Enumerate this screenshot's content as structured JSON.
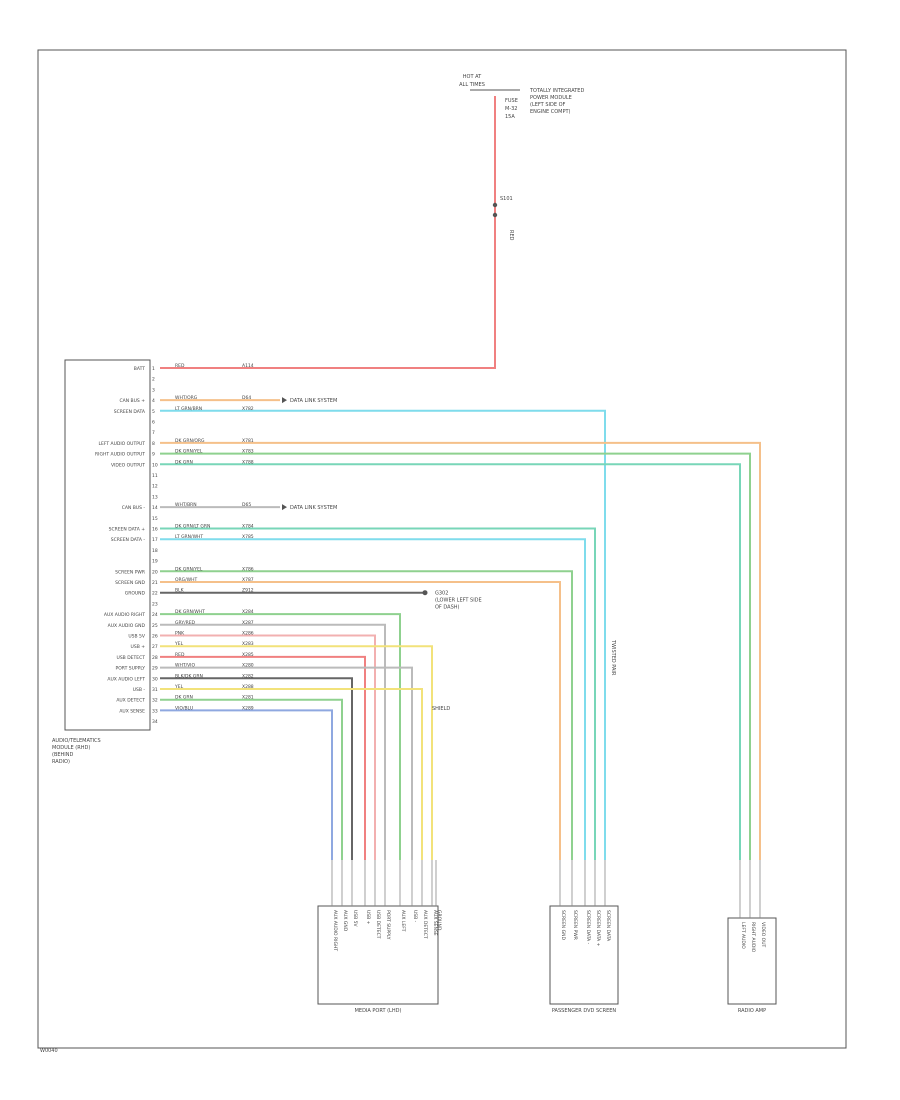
{
  "colors": {
    "frame": "#555555",
    "text": "#444444",
    "red": "#f08080",
    "orange": "#f5c08a",
    "green": "#8fd18f",
    "teal": "#78d6b8",
    "cyan": "#7fdcec",
    "yellow": "#f2e27a",
    "blue": "#8fa8e0",
    "gray": "#bbbbbb",
    "pink": "#f2b0b0",
    "black": "#666666"
  },
  "source": {
    "label_lines": [
      "HOT AT",
      "ALL TIMES"
    ],
    "note_lines": [
      "TOTALLY INTEGRATED",
      "POWER MODULE",
      "(LEFT SIDE OF",
      "ENGINE COMPT)"
    ],
    "fuse_lines": [
      "FUSE",
      "M-32",
      "15A"
    ],
    "splice_label": "S101",
    "wire_label": "RED"
  },
  "module": {
    "name_lines": [
      "AUDIO/TELEMATICS",
      "MODULE (RHD)",
      "(BEHIND",
      "RADIO)"
    ]
  },
  "module_pins": [
    {
      "pin": "1",
      "label": "BATT",
      "code": "RED",
      "circuit": "A114",
      "color": "red"
    },
    {
      "pin": "2",
      "label": "",
      "code": "",
      "circuit": "",
      "color": ""
    },
    {
      "pin": "3",
      "label": "",
      "code": "",
      "circuit": "",
      "color": ""
    },
    {
      "pin": "4",
      "label": "CAN BUS +",
      "code": "WHT/ORG",
      "circuit": "D64",
      "color": "orange"
    },
    {
      "pin": "5",
      "label": "SCREEN DATA",
      "code": "LT GRN/BRN",
      "circuit": "X782",
      "color": "cyan"
    },
    {
      "pin": "6",
      "label": "",
      "code": "",
      "circuit": "",
      "color": ""
    },
    {
      "pin": "7",
      "label": "",
      "code": "",
      "circuit": "",
      "color": ""
    },
    {
      "pin": "8",
      "label": "LEFT AUDIO OUTPUT",
      "code": "DK GRN/ORG",
      "circuit": "X781",
      "color": "orange"
    },
    {
      "pin": "9",
      "label": "RIGHT AUDIO OUTPUT",
      "code": "DK GRN/YEL",
      "circuit": "X783",
      "color": "green"
    },
    {
      "pin": "10",
      "label": "VIDEO OUTPUT",
      "code": "DK GRN",
      "circuit": "X788",
      "color": "teal"
    },
    {
      "pin": "11",
      "label": "",
      "code": "",
      "circuit": "",
      "color": ""
    },
    {
      "pin": "12",
      "label": "",
      "code": "",
      "circuit": "",
      "color": ""
    },
    {
      "pin": "13",
      "label": "",
      "code": "",
      "circuit": "",
      "color": ""
    },
    {
      "pin": "14",
      "label": "CAN BUS -",
      "code": "WHT/BRN",
      "circuit": "D65",
      "color": "gray"
    },
    {
      "pin": "15",
      "label": "",
      "code": "",
      "circuit": "",
      "color": ""
    },
    {
      "pin": "16",
      "label": "SCREEN DATA +",
      "code": "DK GRN/LT GRN",
      "circuit": "X784",
      "color": "teal"
    },
    {
      "pin": "17",
      "label": "SCREEN DATA -",
      "code": "LT GRN/WHT",
      "circuit": "X785",
      "color": "cyan"
    },
    {
      "pin": "18",
      "label": "",
      "code": "",
      "circuit": "",
      "color": ""
    },
    {
      "pin": "19",
      "label": "",
      "code": "",
      "circuit": "",
      "color": ""
    },
    {
      "pin": "20",
      "label": "SCREEN PWR",
      "code": "DK GRN/YEL",
      "circuit": "X786",
      "color": "green"
    },
    {
      "pin": "21",
      "label": "SCREEN GND",
      "code": "ORG/WHT",
      "circuit": "X787",
      "color": "orange"
    },
    {
      "pin": "22",
      "label": "GROUND",
      "code": "BLK",
      "circuit": "Z912",
      "color": "black"
    },
    {
      "pin": "23",
      "label": "",
      "code": "",
      "circuit": "",
      "color": ""
    },
    {
      "pin": "24",
      "label": "AUX AUDIO RIGHT",
      "code": "DK GRN/WHT",
      "circuit": "X284",
      "color": "green"
    },
    {
      "pin": "25",
      "label": "AUX AUDIO GND",
      "code": "GRY/RED",
      "circuit": "X287",
      "color": "gray"
    },
    {
      "pin": "26",
      "label": "USB 5V",
      "code": "PNK",
      "circuit": "X286",
      "color": "pink"
    },
    {
      "pin": "27",
      "label": "USB +",
      "code": "YEL",
      "circuit": "X283",
      "color": "yellow"
    },
    {
      "pin": "28",
      "label": "USB DETECT",
      "code": "RED",
      "circuit": "X285",
      "color": "red"
    },
    {
      "pin": "29",
      "label": "PORT SUPPLY",
      "code": "WHT/VIO",
      "circuit": "X280",
      "color": "gray"
    },
    {
      "pin": "30",
      "label": "AUX AUDIO LEFT",
      "code": "BLK/DK GRN",
      "circuit": "X282",
      "color": "black"
    },
    {
      "pin": "31",
      "label": "USB -",
      "code": "YEL",
      "circuit": "X288",
      "color": "yellow"
    },
    {
      "pin": "32",
      "label": "AUX DETECT",
      "code": "DK GRN",
      "circuit": "X281",
      "color": "green"
    },
    {
      "pin": "33",
      "label": "AUX SENSE",
      "code": "VIO/BLU",
      "circuit": "X289",
      "color": "blue"
    },
    {
      "pin": "34",
      "label": "",
      "code": "",
      "circuit": "",
      "color": ""
    }
  ],
  "notes": {
    "to_data_link_1": "DATA LINK SYSTEM",
    "to_data_link_2": "DATA LINK SYSTEM",
    "ground_lines": [
      "G302",
      "(LOWER LEFT SIDE",
      "OF DASH)"
    ],
    "shield_label": "SHIELD",
    "twisted_label": "TWISTED PAIR"
  },
  "connectors": {
    "media": {
      "name": "MEDIA PORT (LHD)",
      "pins": [
        "AUX AUDIO RIGHT",
        "AUX GND",
        "USB 5V",
        "USB +",
        "USB DETECT",
        "PORT SUPPLY",
        "AUX LEFT",
        "USB -",
        "AUX DETECT",
        "AUX SENSE",
        "GROUND"
      ]
    },
    "display": {
      "name": "PASSENGER DVD SCREEN",
      "pins": [
        "SCREEN GND",
        "SCREEN PWR",
        "SCREEN DATA -",
        "SCREEN DATA +",
        "SCREEN DATA"
      ]
    },
    "vcp": {
      "name": "RADIO AMP",
      "pins": [
        "LEFT AUDIO",
        "RIGHT AUDIO",
        "VIDEO OUT"
      ]
    }
  },
  "page_code": "W0040"
}
